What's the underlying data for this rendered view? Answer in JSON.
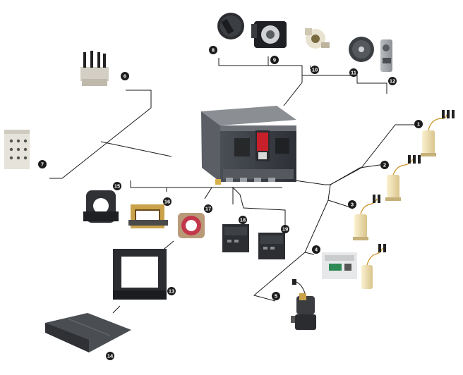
{
  "diagram": {
    "callouts": [
      {
        "id": "1",
        "label": "1"
      },
      {
        "id": "2",
        "label": "2"
      },
      {
        "id": "3",
        "label": "3"
      },
      {
        "id": "4",
        "label": "4"
      },
      {
        "id": "5",
        "label": "5"
      },
      {
        "id": "6",
        "label": "6"
      },
      {
        "id": "7",
        "label": "7"
      },
      {
        "id": "8",
        "label": "8"
      },
      {
        "id": "9",
        "label": "9"
      },
      {
        "id": "10",
        "label": "10"
      },
      {
        "id": "11",
        "label": "11"
      },
      {
        "id": "12",
        "label": "12"
      },
      {
        "id": "13",
        "label": "13"
      },
      {
        "id": "14",
        "label": "14"
      },
      {
        "id": "15",
        "label": "15"
      },
      {
        "id": "16",
        "label": "16"
      },
      {
        "id": "17",
        "label": "17"
      },
      {
        "id": "18",
        "label": "18"
      },
      {
        "id": "19",
        "label": "19"
      }
    ],
    "colors": {
      "line": "#1a1a1a",
      "badge": "#1c1c1c",
      "breaker_body": "#3a3d42",
      "accent_red": "#c8202a",
      "coil_body": "#f1e3b8"
    }
  }
}
